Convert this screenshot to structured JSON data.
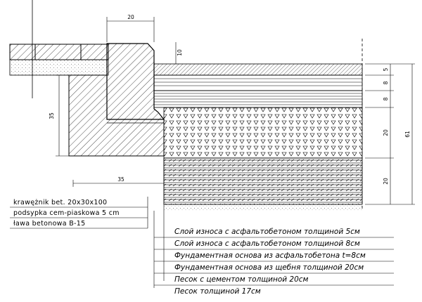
{
  "dimensions": {
    "curb_top_width": "20",
    "curb_reveal": "10",
    "curb_height": "35",
    "curb_base_width": "35",
    "layer_1": "5",
    "layer_2": "8",
    "layer_3": "8",
    "layer_4": "20",
    "layer_5": "20",
    "total_depth": "61"
  },
  "legend": [
    "krawężnik bet. 20x30x100",
    "podsypka cem-piaskowa 5 cm",
    "ława betonowa B-15"
  ],
  "layers": [
    "Слой износа с асфальтобетоном толщиной 5см",
    "Слой износа с асфальтобетоном толщиной 8см",
    "Фундаментная основа из асфальтобетона t=8см",
    "Фундаментная основа из щебня толщиной 20см",
    "Песок с цементом толщиной 20см",
    "Песок толщиной 17см"
  ]
}
